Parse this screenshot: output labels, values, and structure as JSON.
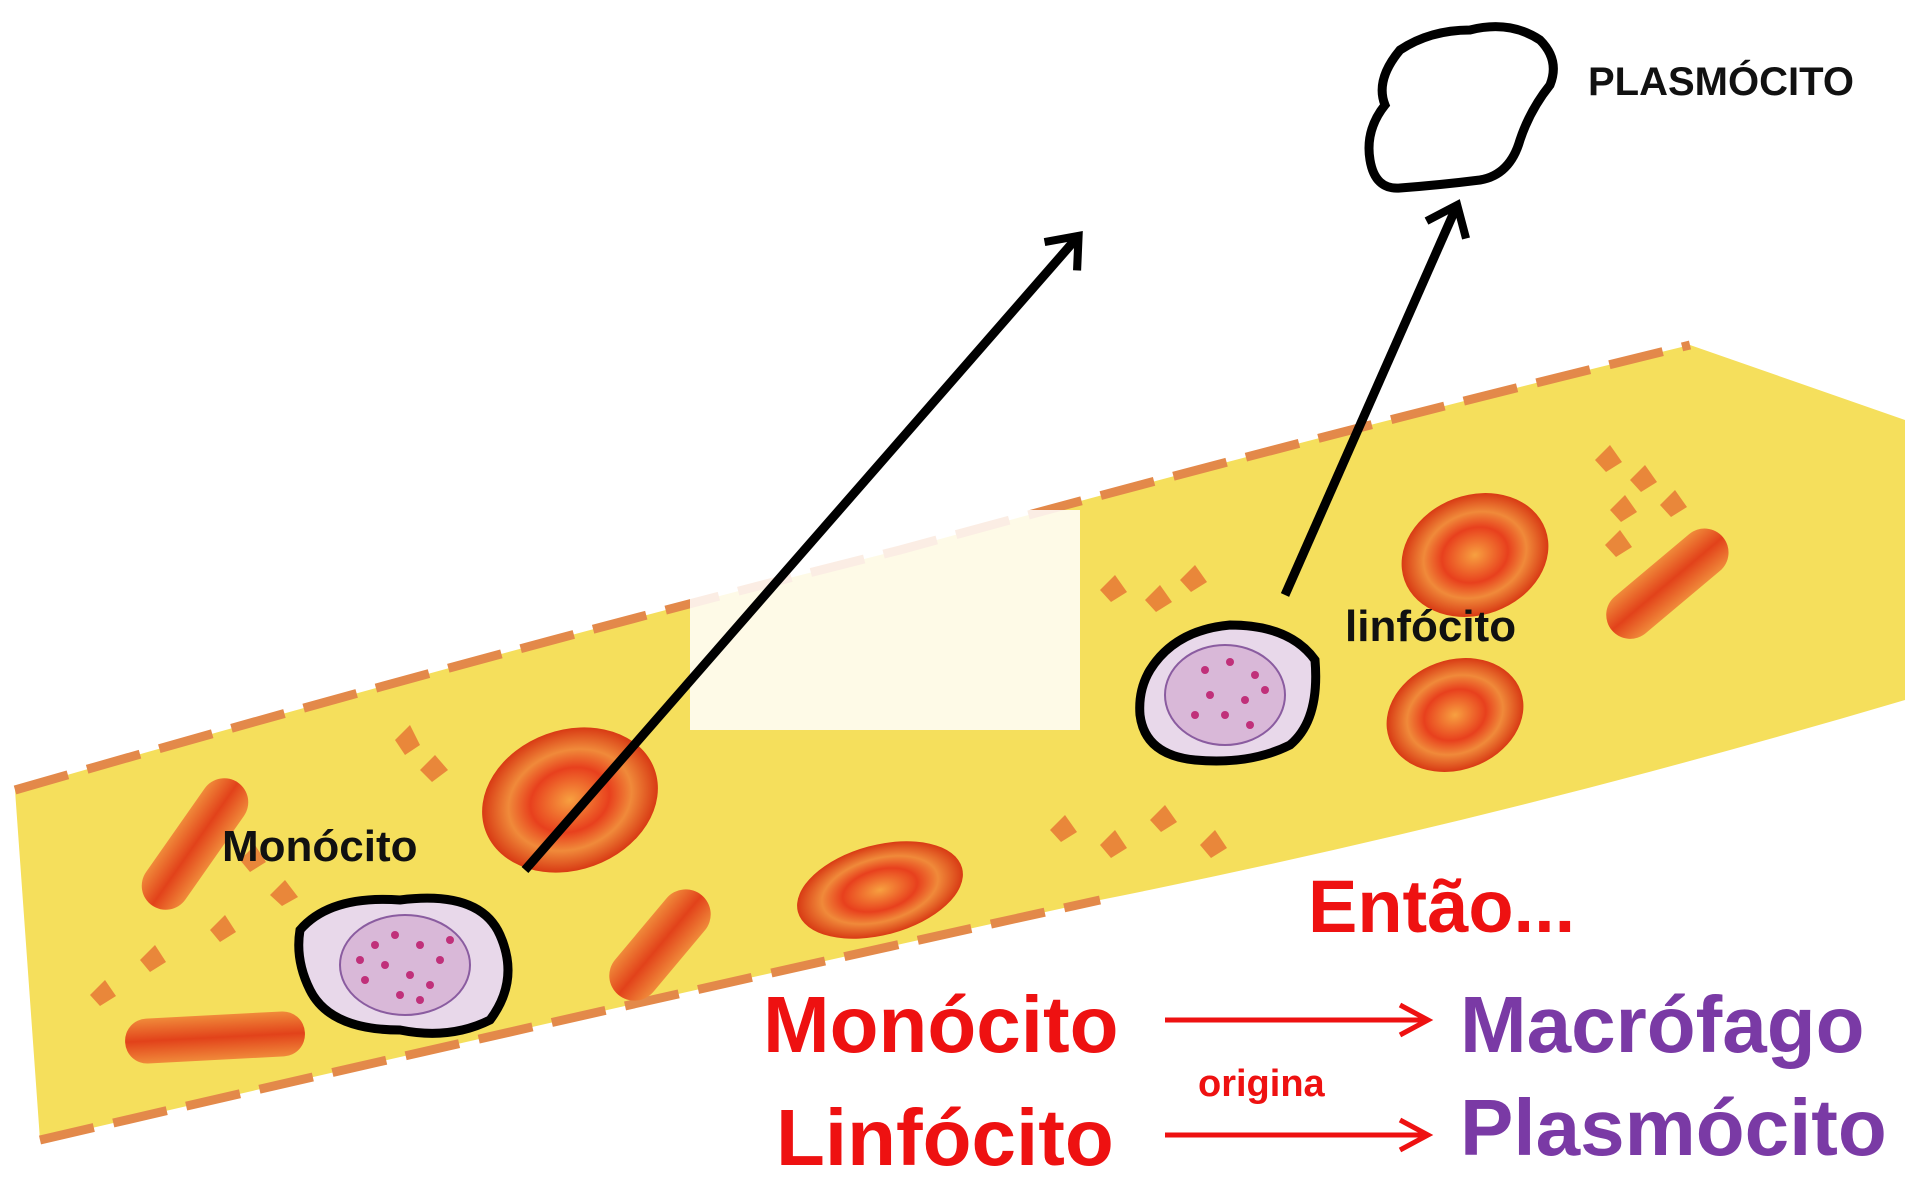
{
  "labels": {
    "plasmocito_top": "PLASMÓCITO",
    "monocito_cell": "Monócito",
    "linfocito_cell": "linfócito",
    "entao": "Então...",
    "monocito_big": "Monócito",
    "linfocito_big": "Linfócito",
    "macrofago": "Macrófago",
    "plasmocito_big": "Plasmócito",
    "origina": "origina"
  },
  "colors": {
    "vessel_fill": "#f5df5c",
    "vessel_border": "#e3894a",
    "cell_red": "#e8401d",
    "cell_pink": "#e8d8ea",
    "outline": "#000000",
    "text_red": "#ee1111",
    "text_purple": "#7a3aa5"
  }
}
